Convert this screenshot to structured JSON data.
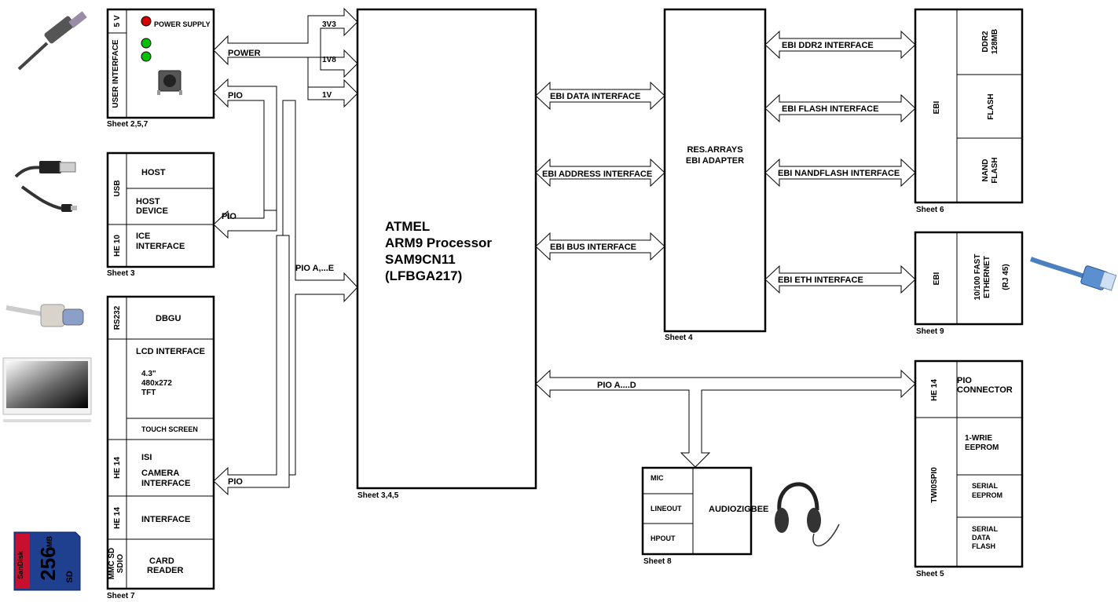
{
  "user_interface": {
    "voltage": "5 V",
    "power_supply": "POWER SUPPLY",
    "interface_label": "USER INTERFACE",
    "sheet": "Sheet 2,5,7"
  },
  "usb": {
    "group": "USB",
    "host": "HOST",
    "host_device_1": "HOST",
    "host_device_2": "DEVICE",
    "he10": "HE 10",
    "ice_1": "ICE",
    "ice_2": "INTERFACE",
    "sheet": "Sheet 3"
  },
  "lcd_block": {
    "rs232": "RS232",
    "dbgu": "DBGU",
    "lcd_interface": "LCD INTERFACE",
    "lcd_size": "4.3\"",
    "lcd_res": "480x272",
    "lcd_type": "TFT",
    "touch": "TOUCH SCREEN",
    "he14_a": "HE 14",
    "isi": "ISI",
    "camera_1": "CAMERA",
    "camera_2": "INTERFACE",
    "he14_b": "HE 14",
    "interface": "INTERFACE",
    "mmc_1": "MMC SD",
    "mmc_2": "SDIO",
    "card_1": "CARD",
    "card_2": "READER",
    "sheet": "Sheet 7"
  },
  "power_arrows": {
    "power": "POWER",
    "v33": "3V3",
    "v18": "1V8",
    "v1": "1V"
  },
  "pio_arrows": {
    "pio_top": "PIO",
    "pio_usb": "PIO",
    "pio_ae": "PIO A,...E",
    "pio_camera": "PIO",
    "pio_ad": "PIO A....D"
  },
  "processor": {
    "line1": "ATMEL",
    "line2": "ARM9 Processor",
    "line3": "SAM9CN11",
    "line4": "(LFBGA217)",
    "sheet": "Sheet 3,4,5"
  },
  "ebi_links": {
    "data": "EBI DATA INTERFACE",
    "address": "EBI ADDRESS INTERFACE",
    "bus": "EBI BUS INTERFACE",
    "ddr2": "EBI DDR2 INTERFACE",
    "flash": "EBI FLASH INTERFACE",
    "nandflash": "EBI  NANDFLASH INTERFACE",
    "eth": "EBI  ETH INTERFACE"
  },
  "adapter": {
    "line1": "RES.ARRAYS",
    "line2": "EBI ADAPTER",
    "sheet": "Sheet 4"
  },
  "memory": {
    "ebi": "EBI",
    "ddr2_1": "DDR2",
    "ddr2_2": "128MB",
    "flash": "FLASH",
    "nand_1": "NAND",
    "nand_2": "FLASH",
    "sheet": "Sheet 6"
  },
  "ethernet": {
    "ebi": "EBI",
    "line1": "10/100 FAST",
    "line2": "ETHERNET",
    "line3": "(RJ 45)",
    "sheet": "Sheet 9"
  },
  "pio_connector": {
    "he14": "HE 14",
    "conn_1": "PIO",
    "conn_2": "CONNECTOR",
    "twi": "TWI0SPI0",
    "wire_1": "1-WRIE",
    "wire_2": "EEPROM",
    "serial_1": "SERIAL",
    "serial_2": "EEPROM",
    "flash_1": "SERIAL",
    "flash_2": "DATA",
    "flash_3": "FLASH",
    "sheet": "Sheet 5"
  },
  "audio": {
    "mic": "MIC",
    "lineout": "LINEOUT",
    "hpout": "HPOUT",
    "name": "AUDIOZIGBEE",
    "sheet": "Sheet 8"
  },
  "sd_card": {
    "brand": "SanDisk",
    "capacity": "256",
    "unit": "MB",
    "logo": "SD"
  },
  "colors": {
    "led_red": "#d40000",
    "led_green": "#00c000",
    "ethernet_cable": "#4a7fc0"
  }
}
